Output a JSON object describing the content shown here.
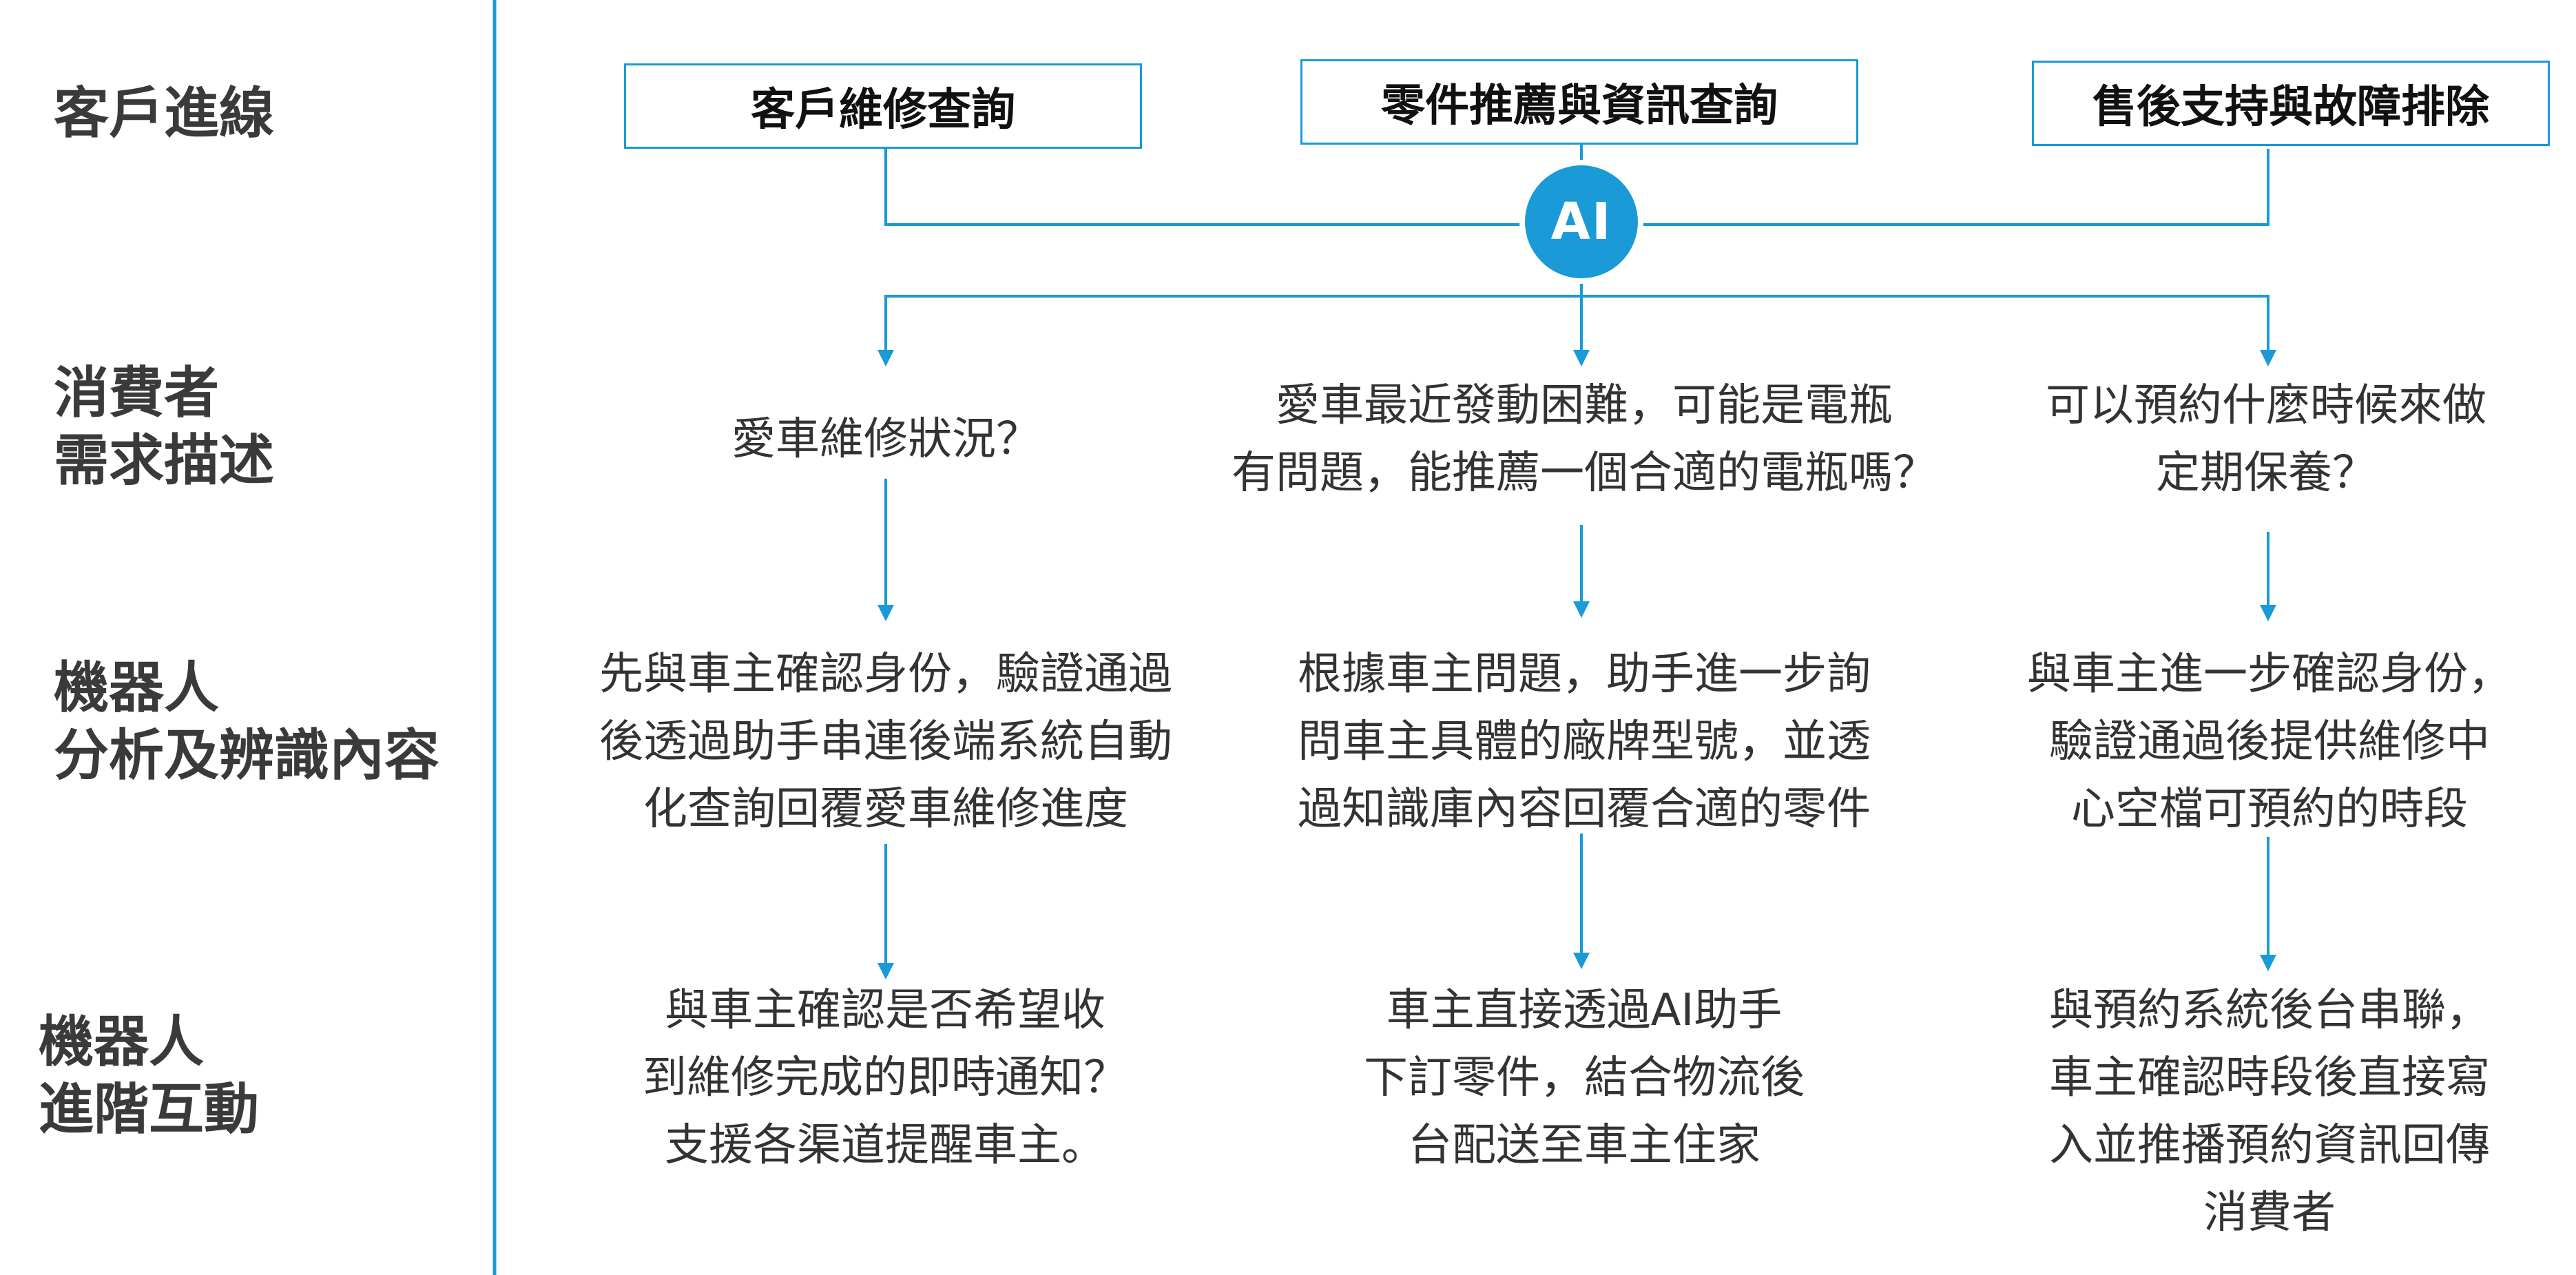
{
  "row_labels": {
    "r1": [
      "客戶進線"
    ],
    "r2": [
      "消費者",
      "需求描述"
    ],
    "r3": [
      "機器人",
      "分析及辨識內容"
    ],
    "r4": [
      "機器人",
      "進階互動"
    ]
  },
  "top_boxes": [
    "客戶維修查詢",
    "零件推薦與資訊查詢",
    "售後支持與故障排除"
  ],
  "ai_badge": "AI",
  "col1": {
    "need": [
      "愛車維修狀況？"
    ],
    "analysis": [
      "先與車主確認身份，驗證通過",
      "後透過助手串連後端系統自動",
      "化查詢回覆愛車維修進度"
    ],
    "advanced": [
      "與車主確認是否希望收",
      "到維修完成的即時通知？",
      "支援各渠道提醒車主。"
    ]
  },
  "col2": {
    "need": [
      "愛車最近發動困難，可能是電瓶",
      "有問題，能推薦一個合適的電瓶嗎？"
    ],
    "analysis": [
      "根據車主問題，助手進一步詢",
      "問車主具體的廠牌型號，並透",
      "過知識庫內容回覆合適的零件"
    ],
    "advanced": [
      "車主直接透過AI助手",
      "下訂零件，結合物流後",
      "台配送至車主住家"
    ]
  },
  "col3": {
    "need": [
      "可以預約什麼時候來做",
      "定期保養？"
    ],
    "analysis": [
      "與車主進一步確認身份，",
      "驗證通過後提供維修中",
      "心空檔可預約的時段"
    ],
    "advanced": [
      "與預約系統後台串聯，",
      "車主確認時段後直接寫",
      "入並推播預約資訊回傳",
      "消費者"
    ]
  },
  "colors": {
    "accent": "#1a9ad6",
    "label": "#3a3a3a",
    "text": "#333333"
  }
}
